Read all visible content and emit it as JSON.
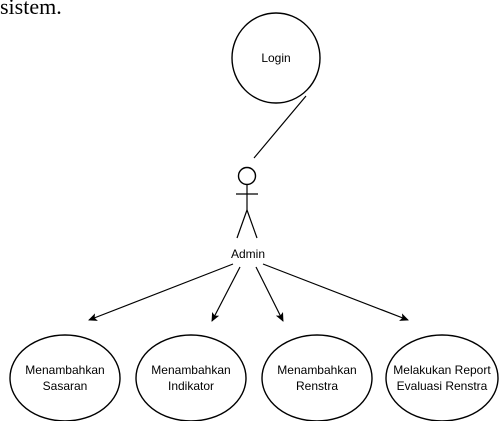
{
  "page": {
    "top_text": "sistem."
  },
  "diagram": {
    "actor": {
      "name": "Admin"
    },
    "use_cases": {
      "login": [
        "Login"
      ],
      "sasaran": [
        "Menambahkan",
        "Sasaran"
      ],
      "indikator": [
        "Menambahkan",
        "Indikator"
      ],
      "renstra": [
        "Menambahkan",
        "Renstra"
      ],
      "report": [
        "Melakukan Report",
        "Evaluasi Renstra"
      ]
    }
  }
}
